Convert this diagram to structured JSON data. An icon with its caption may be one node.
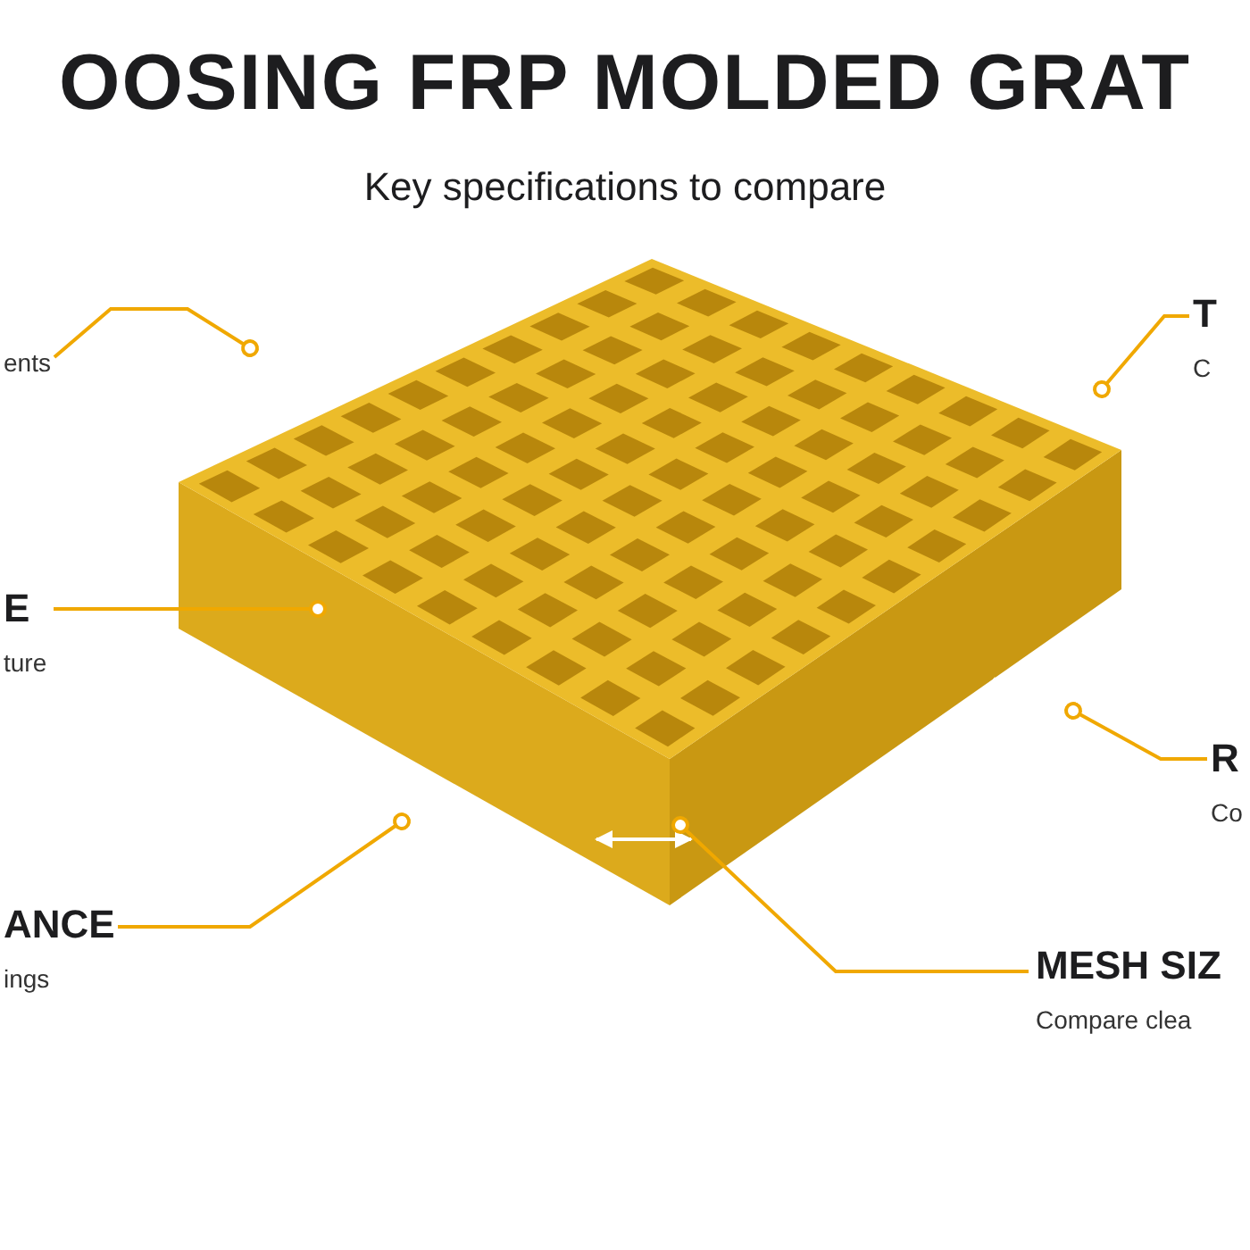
{
  "diagram": {
    "title": "OOSING FRP MOLDED GRAT",
    "nodes": [
      {
        "text": [
          "ents"
        ]
      },
      {
        "text": [
          "T",
          "C"
        ]
      },
      {
        "text": [
          "E",
          "ture"
        ]
      },
      {
        "text": [
          "R",
          "Co"
        ]
      },
      {
        "text": [
          "ANCE",
          "ings"
        ]
      },
      {
        "text": [
          "MESH SIZ",
          "Compare clea"
        ]
      }
    ],
    "edges": [
      {
        "from": 0,
        "to": null,
        "arrow": "other"
      },
      {
        "from": 1,
        "to": null,
        "arrow": "other"
      },
      {
        "from": 2,
        "to": null,
        "arrow": "other"
      },
      {
        "from": 3,
        "to": null,
        "arrow": "other"
      },
      {
        "from": 4,
        "to": null,
        "arrow": "other"
      },
      {
        "from": 5,
        "to": null,
        "arrow": "other"
      }
    ],
    "labels": [
      "Key specifications to compare"
    ]
  }
}
